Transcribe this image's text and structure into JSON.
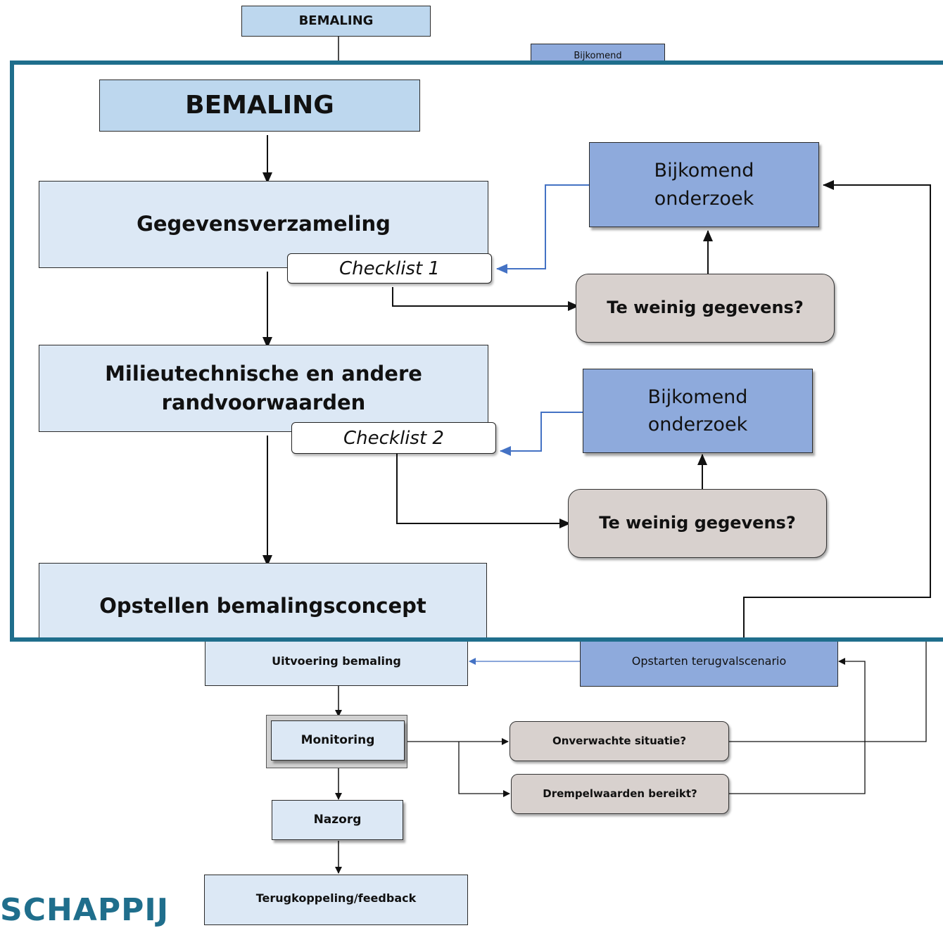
{
  "background_diagram": {
    "bemaling": "BEMALING",
    "bijkomend_top": "Bijkomend",
    "uitvoering": "Uitvoering bemaling",
    "opstarten": "Opstarten terugvalscenario",
    "monitoring": "Monitoring",
    "onverwachte": "Onverwachte situatie?",
    "drempel": "Drempelwaarden bereikt?",
    "nazorg": "Nazorg",
    "terugkoppeling": "Terugkoppeling/feedback"
  },
  "zoom": {
    "bemaling": "BEMALING",
    "gegevensverzameling": "Gegevensverzameling",
    "checklist1": "Checklist 1",
    "milieu_line1": "Milieutechnische en andere",
    "milieu_line2": "randvoorwaarden",
    "checklist2": "Checklist 2",
    "opstellen": "Opstellen bemalingsconcept",
    "bijkomend1_line1": "Bijkomend",
    "bijkomend1_line2": "onderzoek",
    "bijkomend2_line1": "Bijkomend",
    "bijkomend2_line2": "onderzoek",
    "te_weinig1": "Te weinig gegevens?",
    "te_weinig2": "Te weinig gegevens?"
  },
  "brand_text": "SCHAPPIJ",
  "colors": {
    "frame": "#1f6e8c",
    "light_box": "#dce8f5",
    "head_box": "#bdd7ee",
    "mid_box": "#8eaadc",
    "grey_box": "#d8d1ce",
    "blue_arrow": "#4472c4"
  }
}
